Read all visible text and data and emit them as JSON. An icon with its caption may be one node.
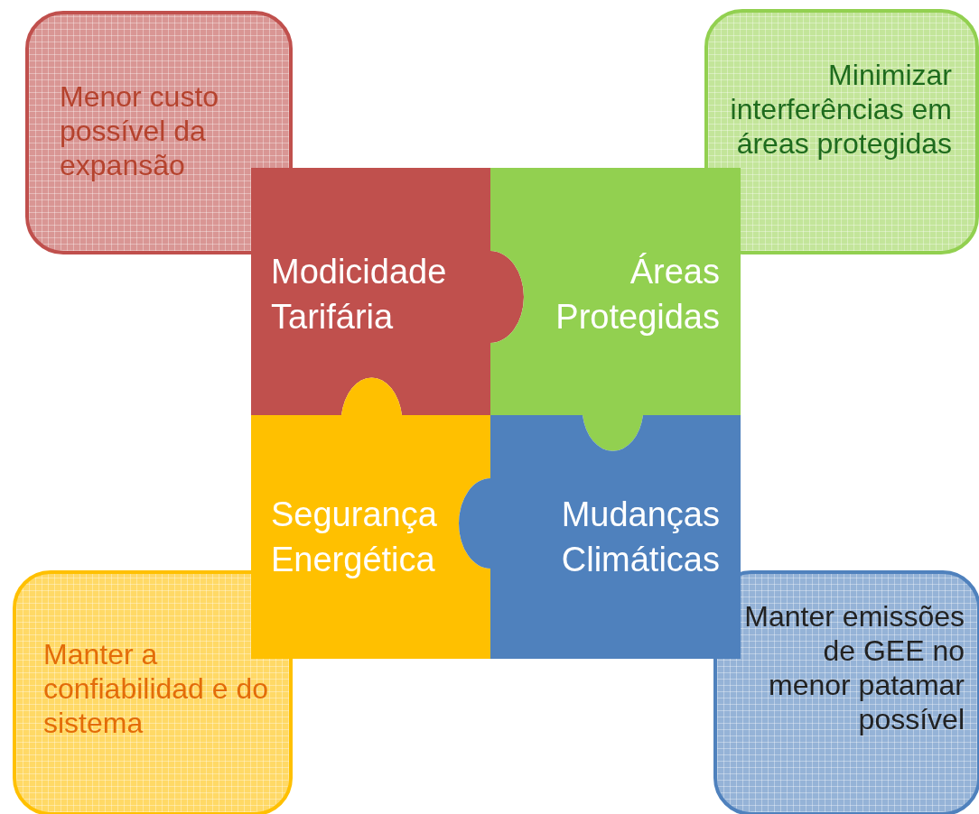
{
  "diagram": {
    "nodes": [
      {
        "text": [
          "Menor custo possível da expansão"
        ]
      },
      {
        "text": [
          "Minimizar interferências em áreas protegidas"
        ]
      },
      {
        "text": [
          "Modicidade Tarifária"
        ]
      },
      {
        "text": [
          "Áreas Protegidas"
        ]
      },
      {
        "text": [
          "Segurança Energética"
        ]
      },
      {
        "text": [
          "Mudanças Climáticas"
        ]
      },
      {
        "text": [
          "Manter a confiabilidad e do sistema"
        ]
      },
      {
        "text": [
          "Manter emissões de GEE no menor patamar possível"
        ]
      }
    ],
    "edges": []
  }
}
